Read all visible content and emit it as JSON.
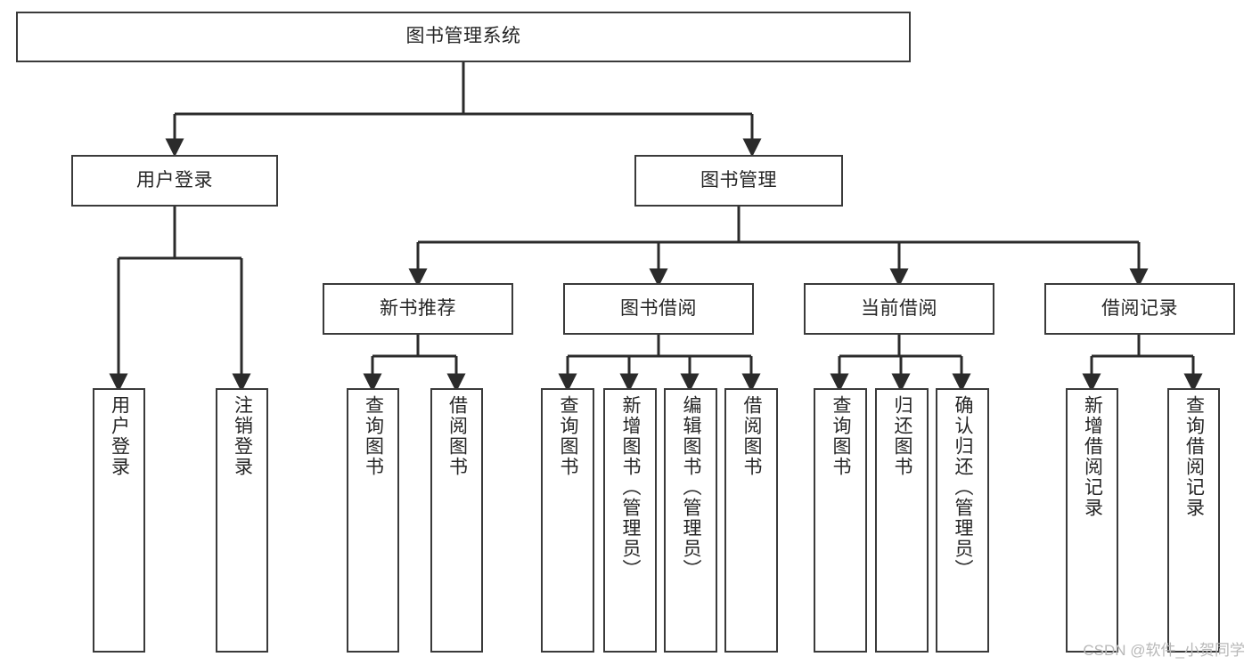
{
  "diagram": {
    "type": "tree-hierarchy-chart",
    "title": "图书管理系统",
    "colors": {
      "box_border": "#3a3a3a",
      "box_fill": "#ffffff",
      "edge": "#2b2b2b",
      "text": "#262626",
      "watermark": "#b8b8b8",
      "background": "#ffffff"
    },
    "root": {
      "label": "图书管理系统"
    },
    "level1": [
      {
        "label": "用户登录"
      },
      {
        "label": "图书管理"
      }
    ],
    "level2": [
      {
        "label": "新书推荐"
      },
      {
        "label": "图书借阅"
      },
      {
        "label": "当前借阅"
      },
      {
        "label": "借阅记录"
      }
    ],
    "leaves": {
      "user_login": [
        {
          "label": "用户登录"
        },
        {
          "label": "注销登录"
        }
      ],
      "new_book_recommend": [
        {
          "label": "查询图书"
        },
        {
          "label": "借阅图书"
        }
      ],
      "book_borrow": [
        {
          "label": "查询图书"
        },
        {
          "label": "新增图书（管理员）"
        },
        {
          "label": "编辑图书（管理员）"
        },
        {
          "label": "借阅图书"
        }
      ],
      "current_borrow": [
        {
          "label": "查询图书"
        },
        {
          "label": "归还图书"
        },
        {
          "label": "确认归还（管理员）"
        }
      ],
      "borrow_record": [
        {
          "label": "新增借阅记录"
        },
        {
          "label": "查询借阅记录"
        }
      ]
    }
  },
  "watermark": {
    "text": "CSDN @软件_小贺同学"
  }
}
